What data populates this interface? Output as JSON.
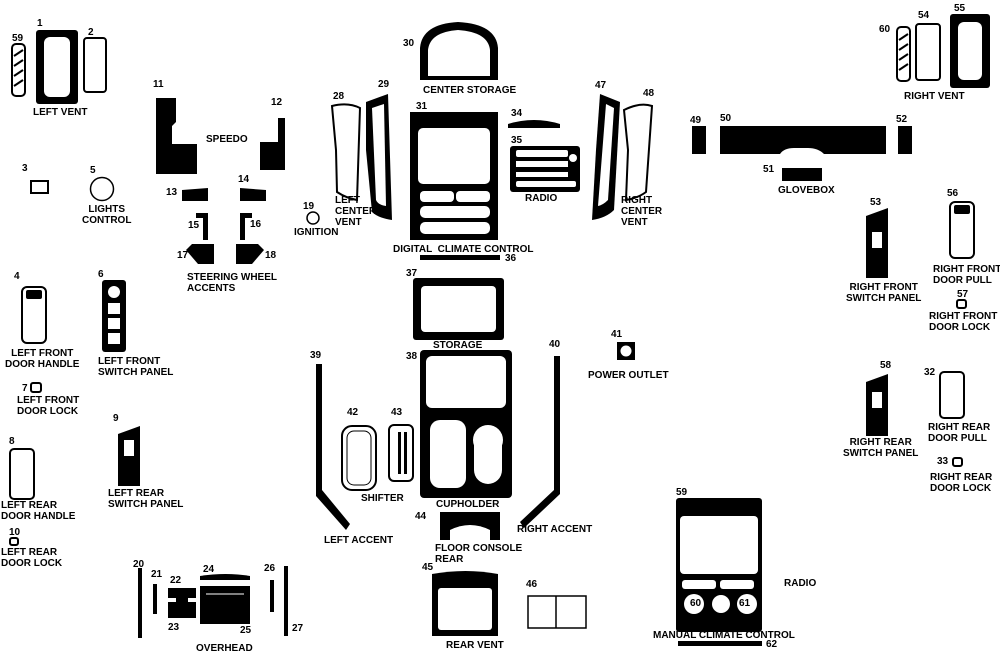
{
  "numbers": {
    "n1": "1",
    "n2": "2",
    "n3": "3",
    "n4": "4",
    "n5": "5",
    "n6": "6",
    "n7": "7",
    "n8": "8",
    "n9": "9",
    "n10": "10",
    "n11": "11",
    "n12": "12",
    "n13": "13",
    "n14": "14",
    "n15": "15",
    "n16": "16",
    "n17": "17",
    "n18": "18",
    "n19": "19",
    "n20": "20",
    "n21": "21",
    "n22": "22",
    "n23": "23",
    "n24": "24",
    "n25": "25",
    "n26": "26",
    "n27": "27",
    "n28": "28",
    "n29": "29",
    "n30": "30",
    "n31": "31",
    "n32": "32",
    "n33": "33",
    "n34": "34",
    "n35": "35",
    "n36": "36",
    "n37": "37",
    "n38": "38",
    "n39": "39",
    "n40": "40",
    "n41": "41",
    "n42": "42",
    "n43": "43",
    "n44": "44",
    "n45": "45",
    "n46": "46",
    "n47": "47",
    "n48": "48",
    "n49": "49",
    "n50": "50",
    "n51": "51",
    "n52": "52",
    "n53": "53",
    "n54": "54",
    "n55": "55",
    "n56": "56",
    "n57": "57",
    "n58": "58",
    "n59a": "59",
    "n59b": "59",
    "n60a": "60",
    "n60b": "60",
    "n61": "61",
    "n62": "62"
  },
  "labels": {
    "left_vent": "LEFT VENT",
    "speedo": "SPEEDO",
    "lights_control": "LIGHTS\nCONTROL",
    "steering_wheel_accents": "STEERING WHEEL\nACCENTS",
    "ignition": "IGNITION",
    "left_center_vent": "LEFT\nCENTER\nVENT",
    "center_storage": "CENTER STORAGE",
    "digital_climate_control": "DIGITAL  CLIMATE CONTROL",
    "radio_top": "RADIO",
    "right_center_vent": "RIGHT\nCENTER\nVENT",
    "glovebox": "GLOVEBOX",
    "right_vent": "RIGHT VENT",
    "left_front_door_handle": "LEFT FRONT\nDOOR HANDLE",
    "left_front_switch_panel": "LEFT FRONT\nSWITCH PANEL",
    "left_front_door_lock": "LEFT FRONT\nDOOR LOCK",
    "left_rear_door_handle": "LEFT REAR\nDOOR HANDLE",
    "left_rear_switch_panel": "LEFT REAR\nSWITCH PANEL",
    "left_rear_door_lock": "LEFT REAR\nDOOR LOCK",
    "storage": "STORAGE",
    "power_outlet": "POWER OUTLET",
    "shifter": "SHIFTER",
    "cupholder": "CUPHOLDER",
    "left_accent": "LEFT ACCENT",
    "right_accent": "RIGHT ACCENT",
    "floor_console_rear": "FLOOR CONSOLE\nREAR",
    "rear_vent": "REAR VENT",
    "overhead": "OVERHEAD",
    "right_front_switch_panel": "RIGHT FRONT\nSWITCH PANEL",
    "right_front_door_pull": "RIGHT FRONT\nDOOR PULL",
    "right_front_door_lock": "RIGHT FRONT\nDOOR LOCK",
    "right_rear_switch_panel": "RIGHT REAR\nSWITCH PANEL",
    "right_rear_door_pull": "RIGHT REAR\nDOOR PULL",
    "right_rear_door_lock": "RIGHT REAR\nDOOR LOCK",
    "radio_bottom": "RADIO",
    "manual_climate_control": "MANUAL CLIMATE CONTROL"
  },
  "colors": {
    "part": "#000000",
    "background": "#ffffff",
    "highlight": "#ffffff"
  }
}
